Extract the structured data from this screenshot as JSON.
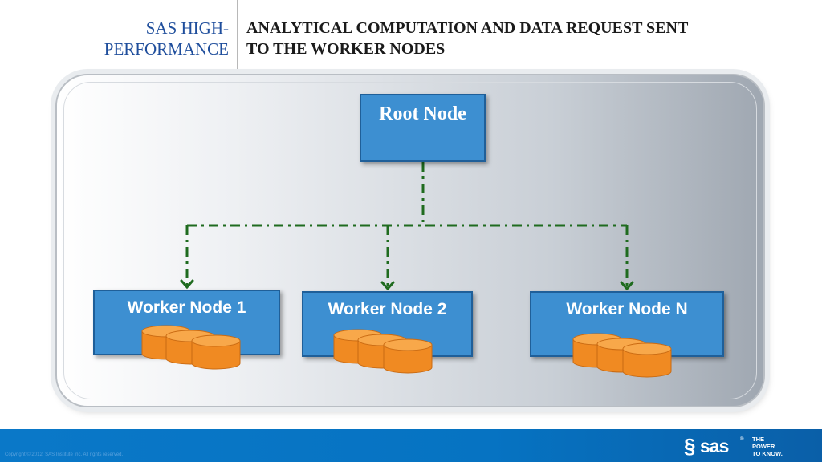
{
  "header": {
    "section_line1": "SAS HIGH-",
    "section_line2": "PERFORMANCE",
    "title_line1": "ANALYTICAL COMPUTATION AND DATA REQUEST SENT",
    "title_line2": "TO THE WORKER NODES"
  },
  "diagram": {
    "root_node": "Root Node",
    "worker_nodes": [
      "Worker Node 1",
      "Worker Node 2",
      "Worker Node N"
    ],
    "connector_color": "#1f6b1f",
    "node_color": "#3d8fd1",
    "database_color": "#f4902a"
  },
  "footer": {
    "copyright": "Copyright © 2012, SAS Institute Inc. All rights reserved.",
    "logo_text": "sas",
    "logo_tm": "®",
    "tagline_line1": "THE",
    "tagline_line2": "POWER",
    "tagline_line3": "TO KNOW."
  }
}
